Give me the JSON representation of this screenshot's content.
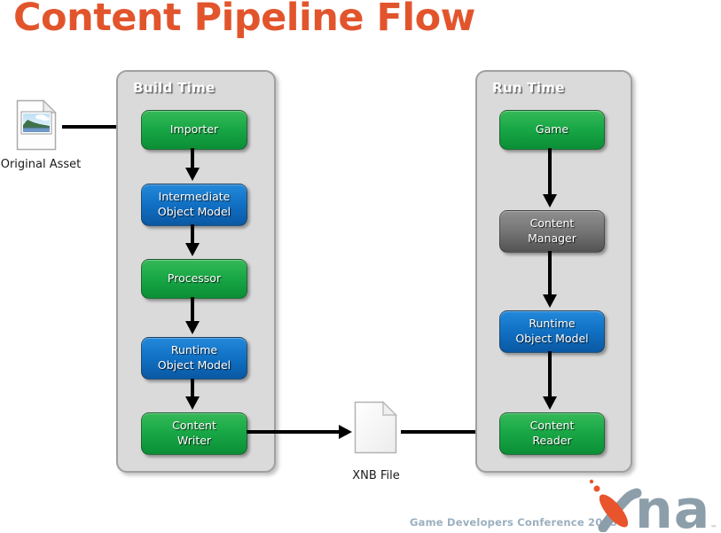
{
  "title": "Content Pipeline Flow",
  "original_asset": {
    "label": "Original Asset",
    "icon": "image-file-icon"
  },
  "xnb_file": {
    "label": "XNB File",
    "icon": "blank-file-icon"
  },
  "build_time": {
    "label": "Build Time",
    "nodes": [
      {
        "label": "Importer",
        "color": "green"
      },
      {
        "label": "Intermediate\nObject Model",
        "color": "blue"
      },
      {
        "label": "Processor",
        "color": "green"
      },
      {
        "label": "Runtime\nObject Model",
        "color": "blue"
      },
      {
        "label": "Content\nWriter",
        "color": "green"
      }
    ]
  },
  "run_time": {
    "label": "Run Time",
    "nodes": [
      {
        "label": "Game",
        "color": "green"
      },
      {
        "label": "Content\nManager",
        "color": "gray"
      },
      {
        "label": "Runtime\nObject Model",
        "color": "blue"
      },
      {
        "label": "Content\nReader",
        "color": "green"
      }
    ]
  },
  "flow": [
    "Original Asset -> Importer",
    "Importer -> Intermediate Object Model",
    "Intermediate Object Model -> Processor",
    "Processor -> Runtime Object Model",
    "Runtime Object Model -> Content Writer",
    "Content Writer -> XNB File",
    "XNB File -> Content Reader",
    "Game -> Content Manager",
    "Content Manager -> Runtime Object Model",
    "Runtime Object Model -> Content Reader"
  ],
  "footer": {
    "conference": "Game Developers Conference 2008",
    "logo_text": "xna",
    "logo_letters": "na",
    "trademark": "™"
  },
  "colors": {
    "title_orange": "#E2552C",
    "node_green": "#16A046",
    "node_blue": "#0F6FC0",
    "node_gray": "#6E6E6E",
    "container_bg": "#DADADA",
    "arrow_black": "#000000",
    "logo_orange": "#E8542C",
    "logo_gray": "#8C9EA9",
    "footer_text": "#9BAFBF"
  }
}
